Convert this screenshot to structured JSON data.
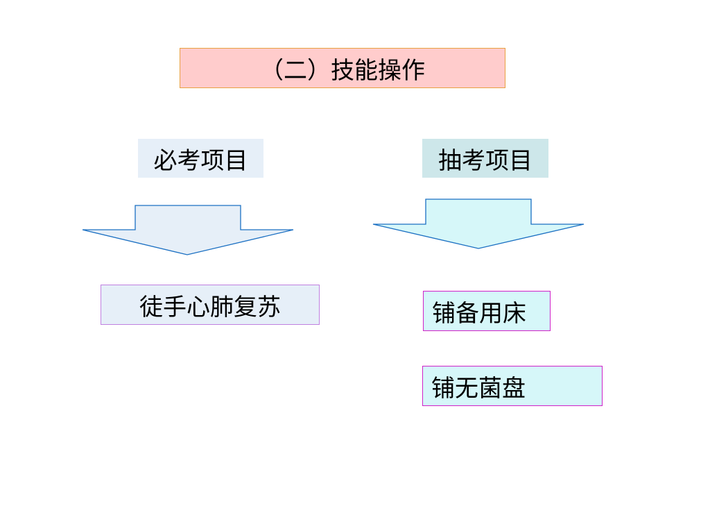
{
  "slide": {
    "title": "（二）技能操作",
    "required": {
      "header": "必考项目",
      "items": [
        "徒手心肺复苏"
      ]
    },
    "elective": {
      "header": "抽考项目",
      "items": [
        "铺备用床",
        "铺无菌盘"
      ]
    }
  },
  "colors": {
    "title_fill": "#ffcccc",
    "title_border": "#e8a040",
    "required_fill": "#e6eff8",
    "elective_fill": "#d6f7f9",
    "elective_header_fill": "#cde7ea",
    "arrow_stroke": "#1a6fc2",
    "required_item_border": "#c080e0",
    "elective_item_border": "#d020c8"
  },
  "icons": {
    "required_arrow": "down-arrow-icon",
    "elective_arrow": "down-arrow-icon"
  }
}
